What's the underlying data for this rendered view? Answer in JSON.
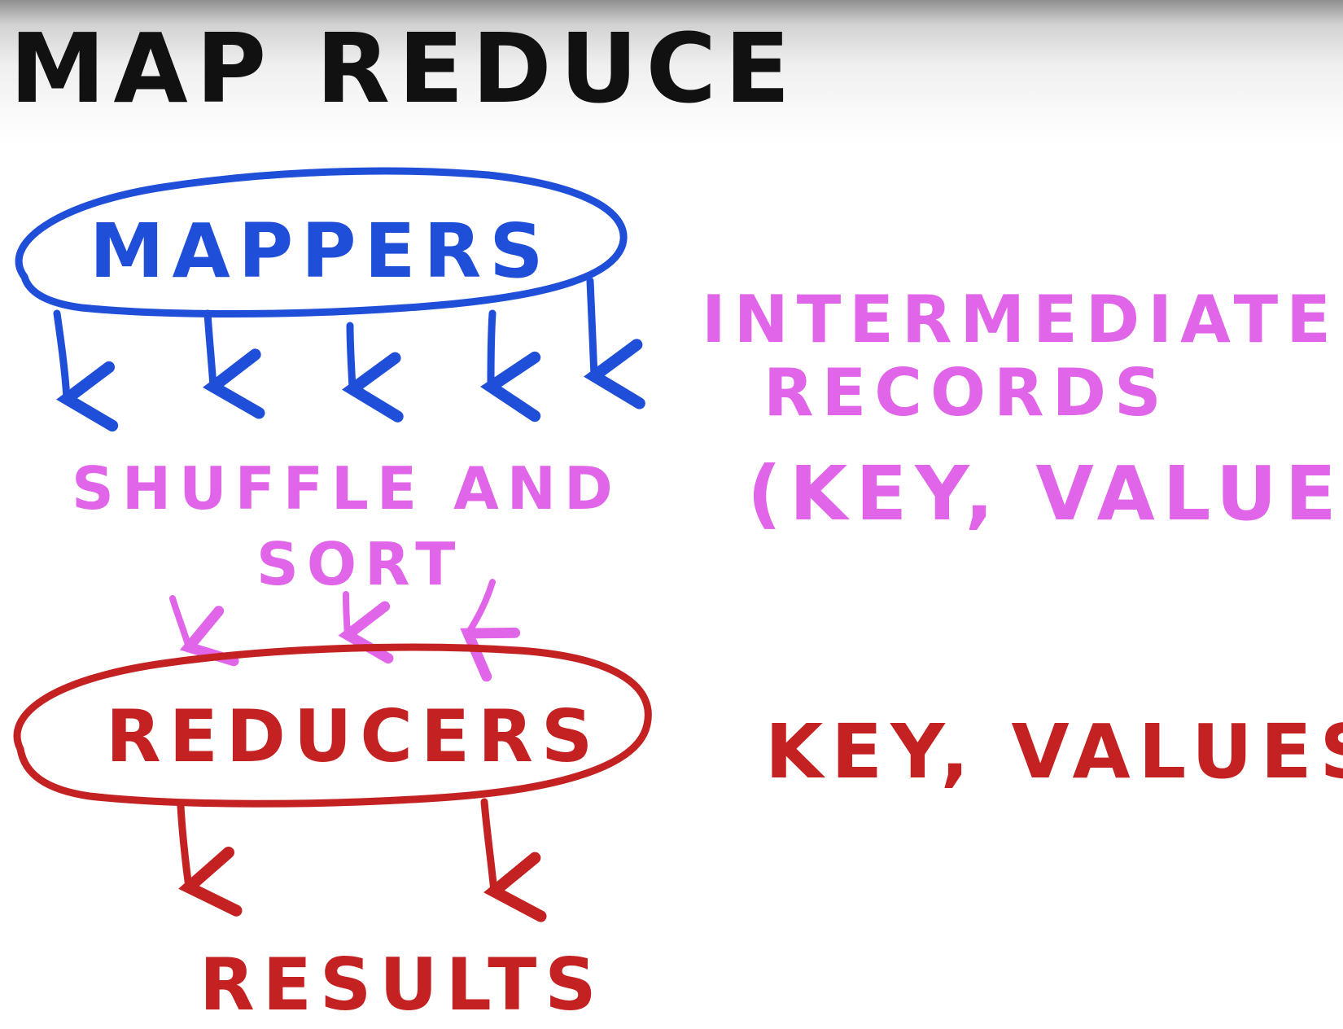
{
  "title": "MAP REDUCE",
  "nodes": {
    "mappers": {
      "label": "MAPPERS"
    },
    "reducers": {
      "label": "REDUCERS"
    }
  },
  "labels": {
    "shuffle": [
      "SHUFFLE AND",
      "SORT"
    ],
    "intermediate": [
      "INTERMEDIATE",
      "RECORDS",
      "(KEY, VALUE)"
    ],
    "key_values": "KEY, VALUES",
    "results": "RESULTS"
  },
  "colors": {
    "ink": "#111111",
    "mappers": "#1f4fd8",
    "shuffle": "#e065e8",
    "reducers": "#c42222"
  }
}
